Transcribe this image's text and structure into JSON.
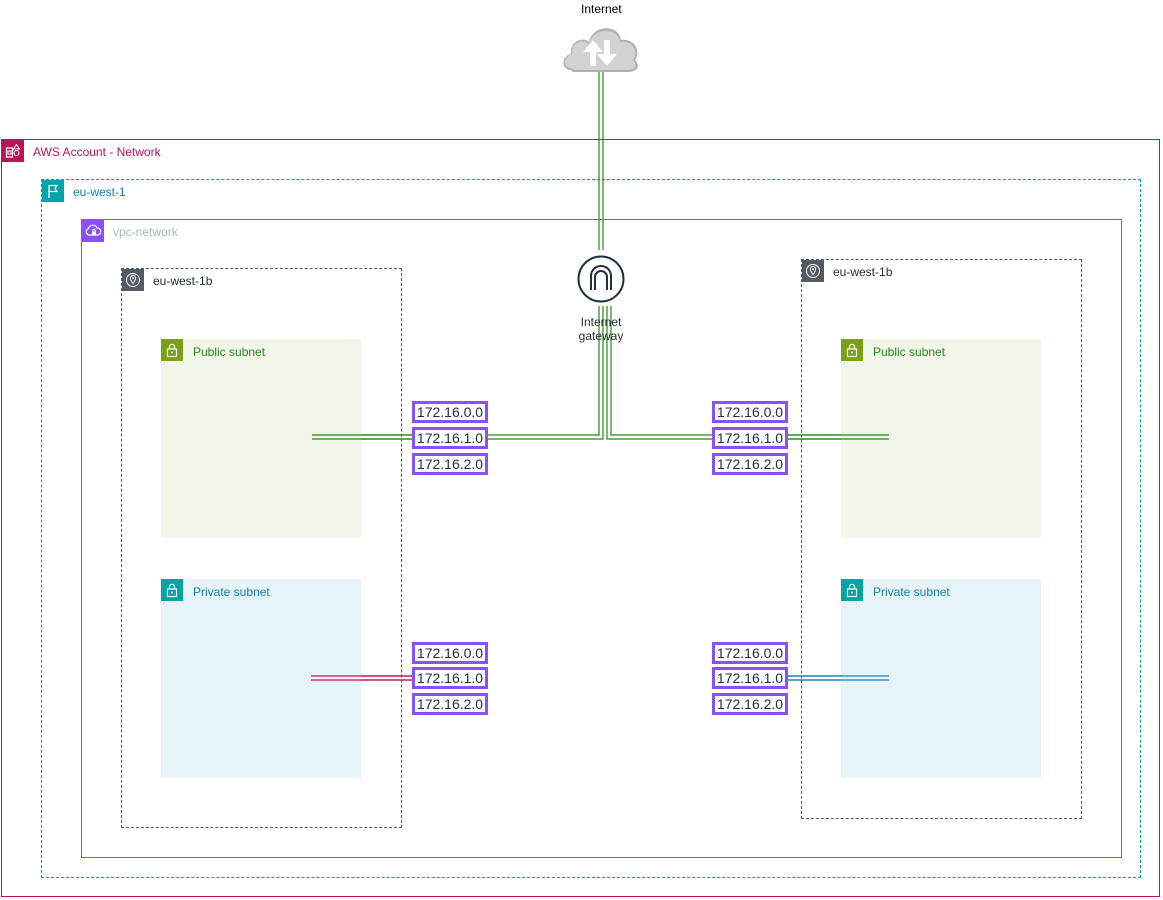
{
  "internet": {
    "label": "Internet",
    "icon": "internet-cloud-icon"
  },
  "account": {
    "label": "AWS Account - Network",
    "color": "#bc1356",
    "icon": "aws-account-icon"
  },
  "region": {
    "label": "eu-west-1",
    "color": "#00a4a6",
    "icon": "region-flag-icon"
  },
  "vpc": {
    "label": "vpc-network",
    "color": "#8c4fff",
    "icon": "vpc-icon"
  },
  "internet_gateway": {
    "label_line1": "Internet",
    "label_line2": "gateway",
    "icon": "internet-gateway-icon"
  },
  "az_left": {
    "label": "eu-west-1b",
    "public_subnet": {
      "label": "Public subnet",
      "color": "#248814"
    },
    "private_subnet": {
      "label": "Private subnet",
      "color": "#147eba"
    }
  },
  "az_right": {
    "label": "eu-west-1b",
    "public_subnet": {
      "label": "Public subnet",
      "color": "#248814"
    },
    "private_subnet": {
      "label": "Private subnet",
      "color": "#147eba"
    }
  },
  "route_tables": {
    "left_public": [
      "172.16.0.0",
      "172.16.1.0",
      "172.16.2.0"
    ],
    "right_public": [
      "172.16.0.0",
      "172.16.1.0",
      "172.16.2.0"
    ],
    "left_private": [
      "172.16.0.0",
      "172.16.1.0",
      "172.16.2.0"
    ],
    "right_private": [
      "172.16.0.0",
      "172.16.1.0",
      "172.16.2.0"
    ]
  }
}
